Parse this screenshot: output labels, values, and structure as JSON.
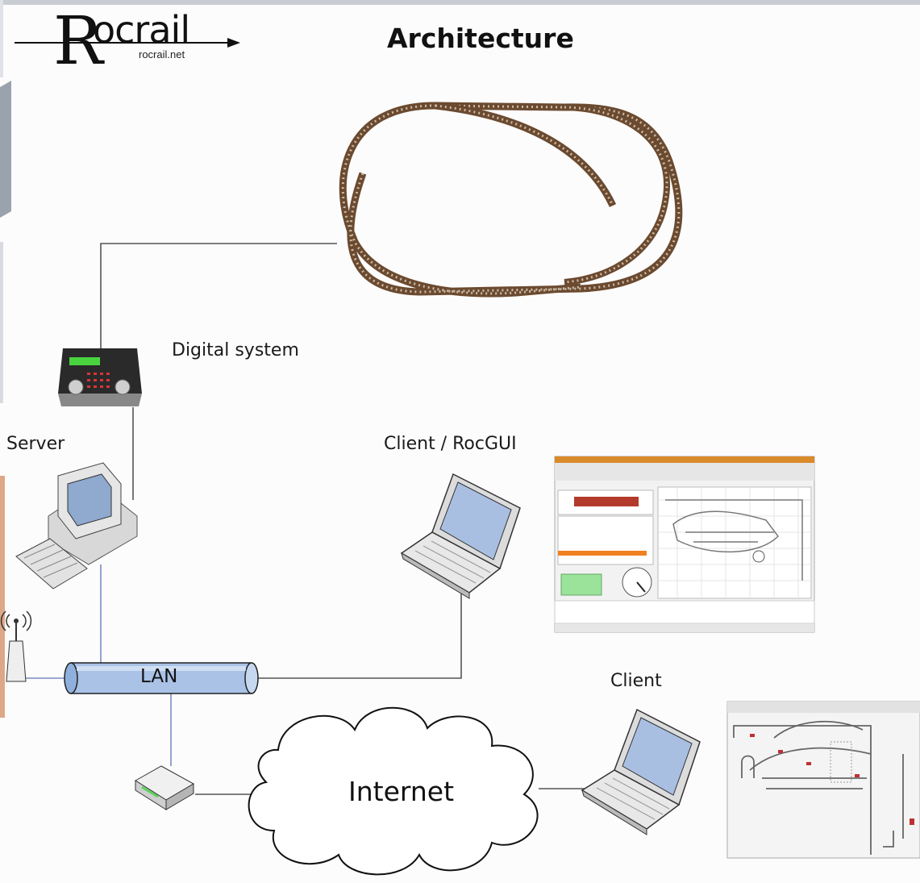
{
  "header": {
    "logo_name": "ocrail",
    "logo_initial": "R",
    "logo_url": "rocrail.net",
    "title": "Architecture"
  },
  "nodes": {
    "digital_system": "Digital system",
    "server": "Server",
    "client_rocgui": "Client / RocGUI",
    "lan": "LAN",
    "internet": "Internet",
    "client": "Client"
  },
  "icons": [
    "track-layout-icon",
    "command-station-icon",
    "desktop-computer-icon",
    "laptop-icon",
    "router-icon",
    "wifi-antenna-icon",
    "cloud-icon",
    "screenshot-thumbnail"
  ],
  "colors": {
    "line": "#555555",
    "lan_line": "#7d8cc4",
    "lan_pipe": "#a9c2e6",
    "track": "#7a5a40"
  }
}
